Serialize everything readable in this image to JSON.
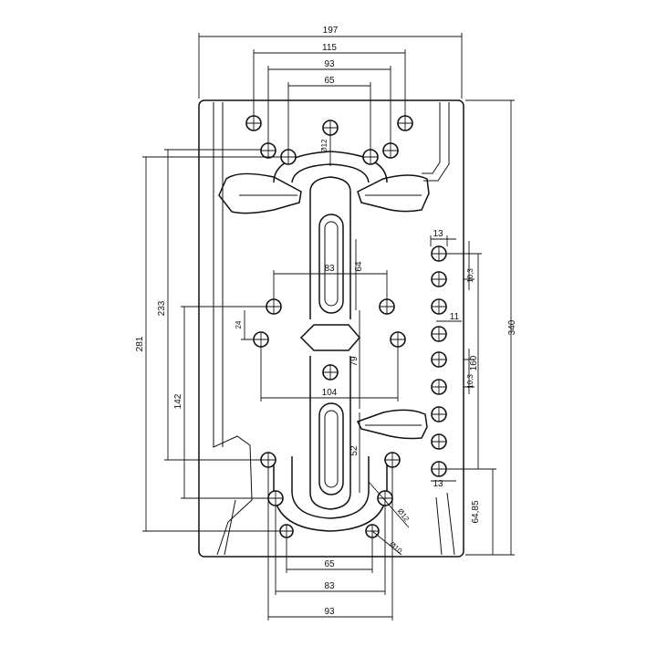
{
  "drawing": {
    "top_dimensions": {
      "overall_width": "197",
      "outer_bolt_span": "115",
      "middle_bolt_span": "93",
      "inner_bolt_span": "65"
    },
    "bottom_dimensions": {
      "inner_span": "65",
      "middle_span": "83",
      "outer_span": "93"
    },
    "center_dimensions": {
      "row_span_83": "83",
      "slot_length_64": "64",
      "row_span_104": "104",
      "center_spacing_79": "79",
      "slot_length_52": "52"
    },
    "left_dimensions": {
      "height_281": "281",
      "height_233": "233",
      "height_142": "142",
      "offset_24": "24"
    },
    "right_dimensions": {
      "overall_height": "340",
      "hole_pitch_top": "10,3",
      "hole_pitch_mid": "10,3",
      "row_length": "160",
      "hole_dim_13_top": "13",
      "hole_dim_13_bottom": "13",
      "hole_dim_11": "11",
      "bottom_offset": "64,85"
    },
    "hole_callouts": {
      "top_hole_diameter": "Ø12",
      "lower_hole_diameter": "Ø12",
      "bottom_hole_diameter": "Ø10"
    }
  }
}
